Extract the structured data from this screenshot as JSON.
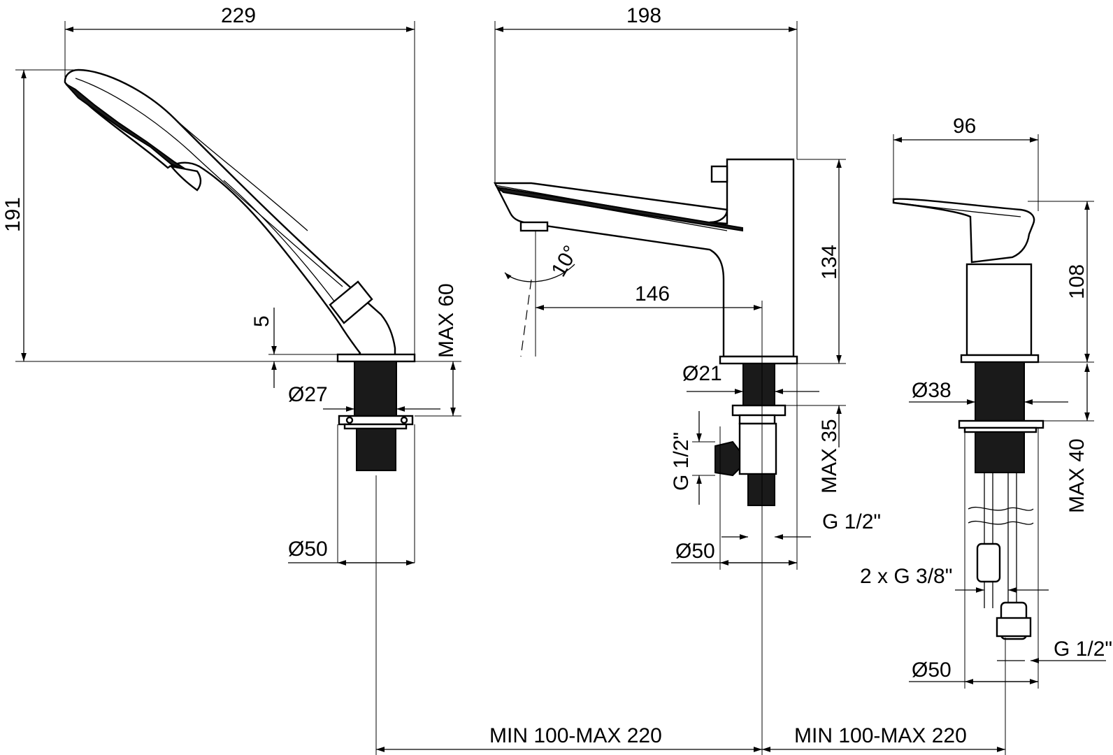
{
  "dimensions": {
    "shower_width": "229",
    "shower_height": "191",
    "shower_offset": "5",
    "shower_max_deck": "MAX 60",
    "shower_shank_dia": "Ø27",
    "shower_flange_dia": "Ø50",
    "spout_width": "198",
    "spout_reach": "146",
    "spout_angle": "10°",
    "spout_height": "134",
    "spout_shank_dia": "Ø21",
    "spout_inlet_side": "G 1/2\"",
    "spout_max_deck": "MAX 35",
    "spout_inlet_bottom": "G 1/2\"",
    "spout_flange_dia": "Ø50",
    "mixer_width": "96",
    "mixer_height": "108",
    "mixer_shank_dia": "Ø38",
    "mixer_max_deck": "MAX 40",
    "mixer_hoses": "2 x G 3/8\"",
    "mixer_inlet": "G 1/2\"",
    "mixer_flange_dia": "Ø50",
    "spacing_left": "MIN 100-MAX 220",
    "spacing_right": "MIN 100-MAX 220"
  }
}
